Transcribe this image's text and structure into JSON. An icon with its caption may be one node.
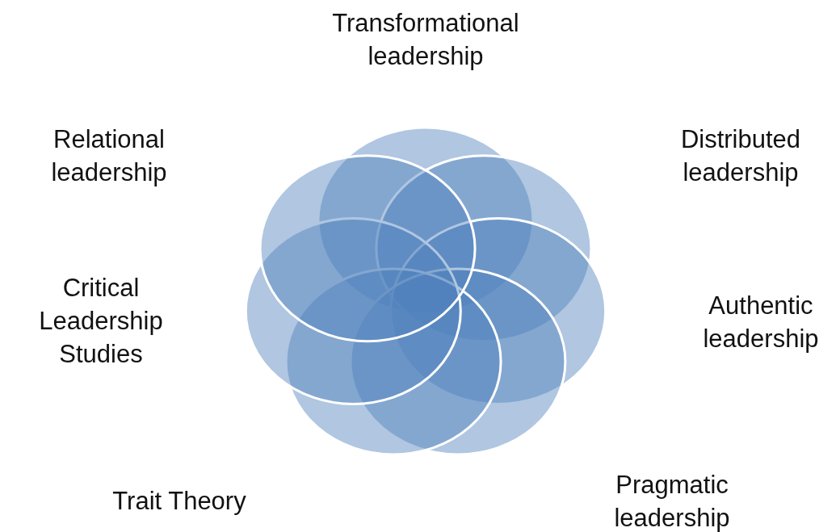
{
  "diagram": {
    "labels": [
      "Transformational leadership",
      "Relational leadership",
      "Distributed leadership",
      "Critical Leadership Studies",
      "Authentic leadership",
      "Trait Theory",
      "Pragmatic leadership"
    ]
  }
}
